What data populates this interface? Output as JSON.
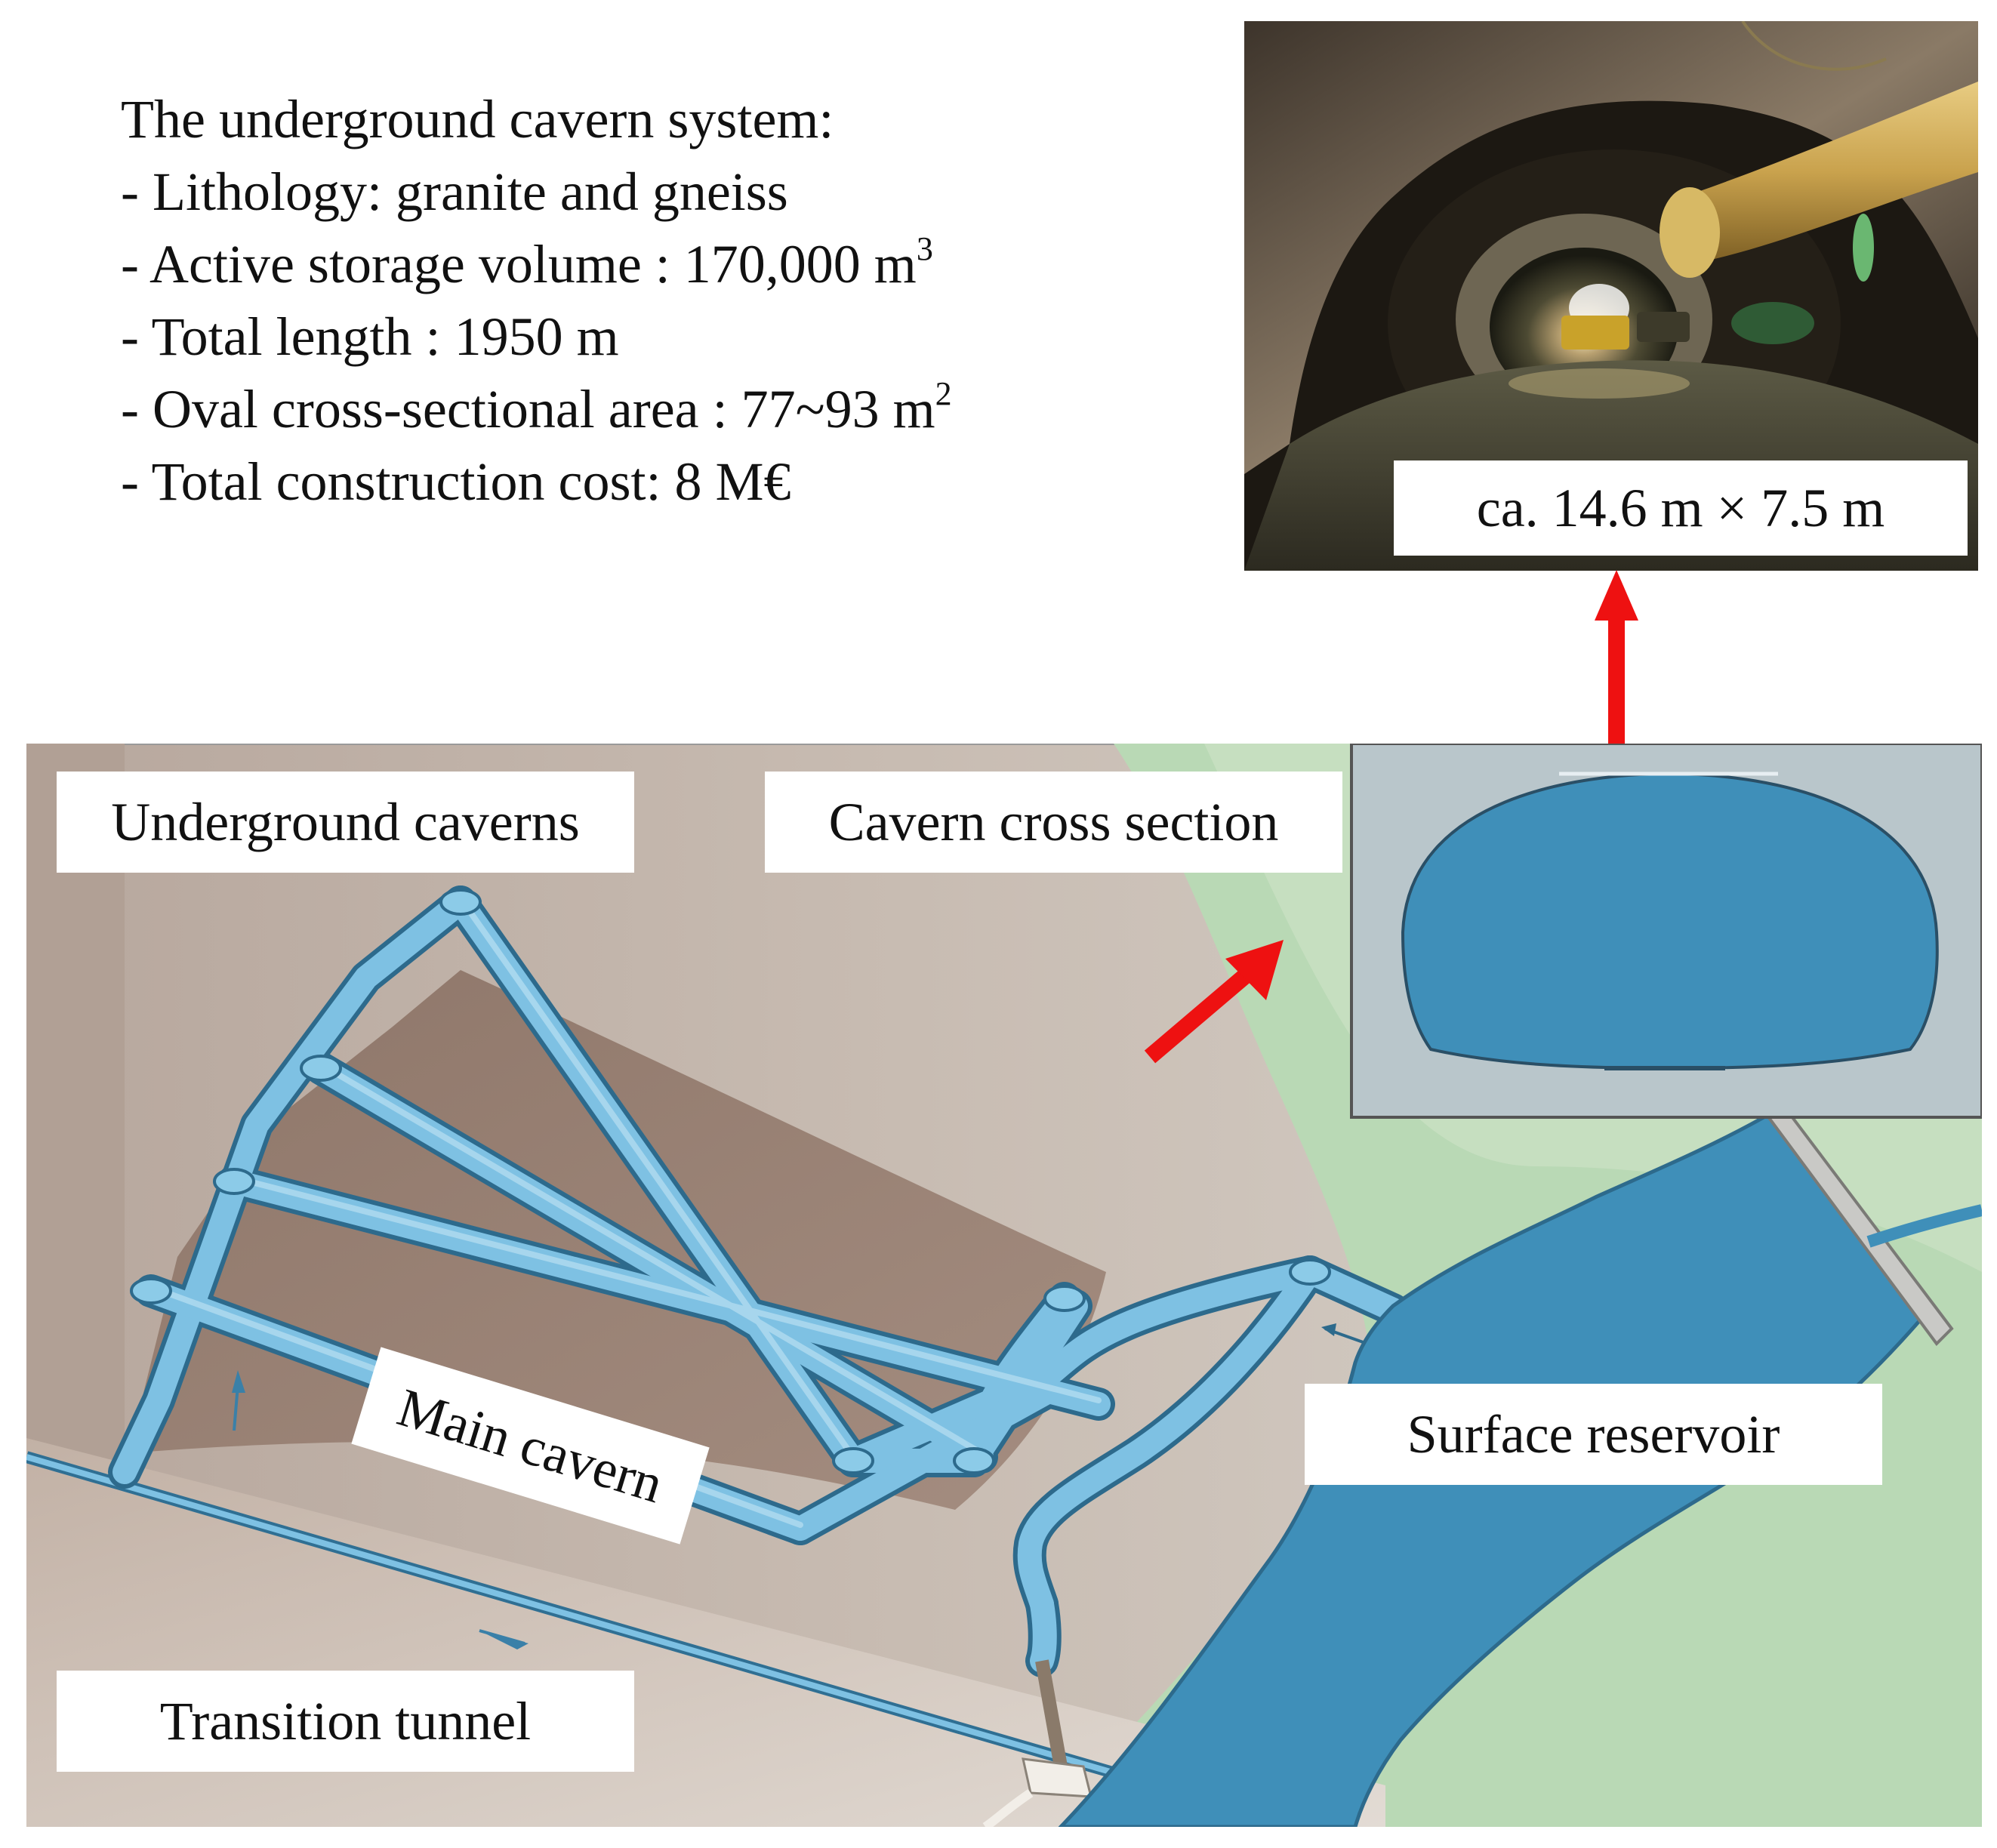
{
  "info": {
    "title": "The underground cavern system:",
    "lithology": "- Lithology: granite and gneiss",
    "volume_text": "- Active storage volume : 170,000 m",
    "volume_sup": "3",
    "length": "- Total length : 1950 m",
    "area_text": "- Oval cross-sectional area : 77~93 m",
    "area_sup": "2",
    "cost": "- Total construction cost: 8 M€"
  },
  "photo": {
    "dimension_label": "ca. 14.6 m × 7.5 m"
  },
  "labels": {
    "underground_caverns": "Underground caverns",
    "cavern_cross_section": "Cavern cross section",
    "main_cavern": "Main cavern",
    "surface_reservoir": "Surface reservoir",
    "transition_tunnel": "Transition tunnel"
  },
  "colors": {
    "arrow": "#ee1111",
    "water": "#3f8fb9",
    "tunnel": "#7ec1e3",
    "rock": "#a48d80",
    "grass": "#a9d3a7"
  }
}
